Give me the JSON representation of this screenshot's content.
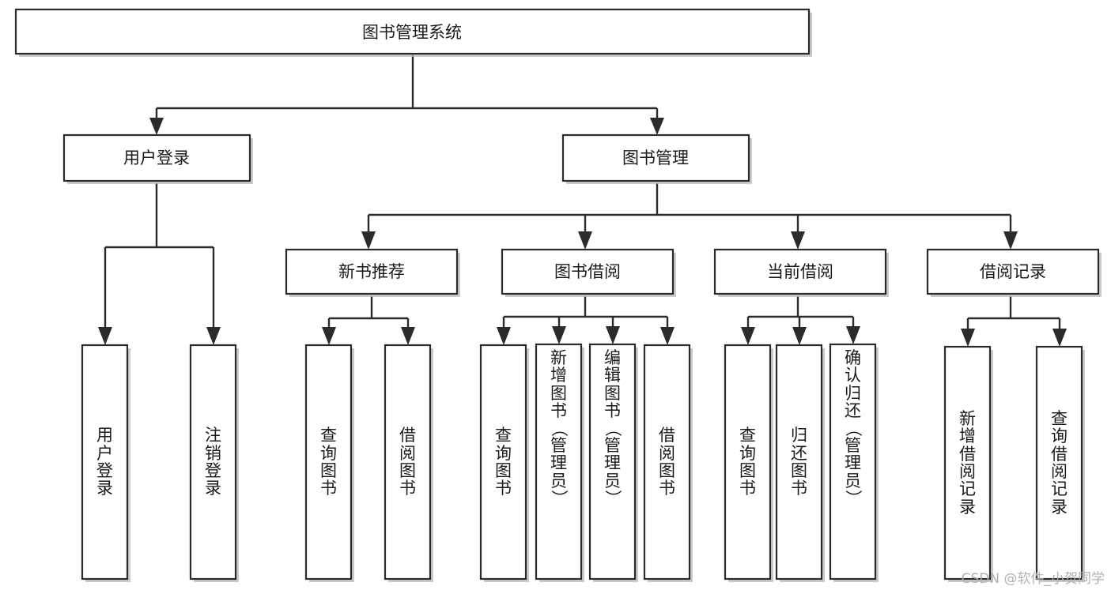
{
  "diagram": {
    "title": "图书管理系统",
    "type": "tree",
    "orientation": "top-down",
    "colors": {
      "stroke": "#2b2b2b",
      "fill": "#ffffff",
      "text": "#1a1a1a",
      "shadow": "#b8b8b8",
      "watermark": "#b0b0b0"
    },
    "root": {
      "label": "图书管理系统",
      "orientation": "horizontal"
    },
    "level2": [
      {
        "label": "用户登录",
        "orientation": "horizontal"
      },
      {
        "label": "图书管理",
        "orientation": "horizontal"
      }
    ],
    "level3": [
      {
        "label": "新书推荐",
        "orientation": "horizontal",
        "parent": "图书管理"
      },
      {
        "label": "图书借阅",
        "orientation": "horizontal",
        "parent": "图书管理"
      },
      {
        "label": "当前借阅",
        "orientation": "horizontal",
        "parent": "图书管理"
      },
      {
        "label": "借阅记录",
        "orientation": "horizontal",
        "parent": "图书管理"
      }
    ],
    "leaves": {
      "用户登录": [
        {
          "label": "用户登录",
          "orientation": "vertical"
        },
        {
          "label": "注销登录",
          "orientation": "vertical"
        }
      ],
      "新书推荐": [
        {
          "label": "查询图书",
          "orientation": "vertical"
        },
        {
          "label": "借阅图书",
          "orientation": "vertical"
        }
      ],
      "图书借阅": [
        {
          "label": "查询图书",
          "orientation": "vertical"
        },
        {
          "label": "新增图书（管理员）",
          "orientation": "vertical"
        },
        {
          "label": "编辑图书（管理员）",
          "orientation": "vertical"
        },
        {
          "label": "借阅图书",
          "orientation": "vertical"
        }
      ],
      "当前借阅": [
        {
          "label": "查询图书",
          "orientation": "vertical"
        },
        {
          "label": "归还图书",
          "orientation": "vertical"
        },
        {
          "label": "确认归还（管理员）",
          "orientation": "vertical"
        }
      ],
      "借阅记录": [
        {
          "label": "新增借阅记录",
          "orientation": "vertical"
        },
        {
          "label": "查询借阅记录",
          "orientation": "vertical"
        }
      ]
    }
  },
  "watermark": {
    "text": "CSDN @软件_小贺同学"
  }
}
